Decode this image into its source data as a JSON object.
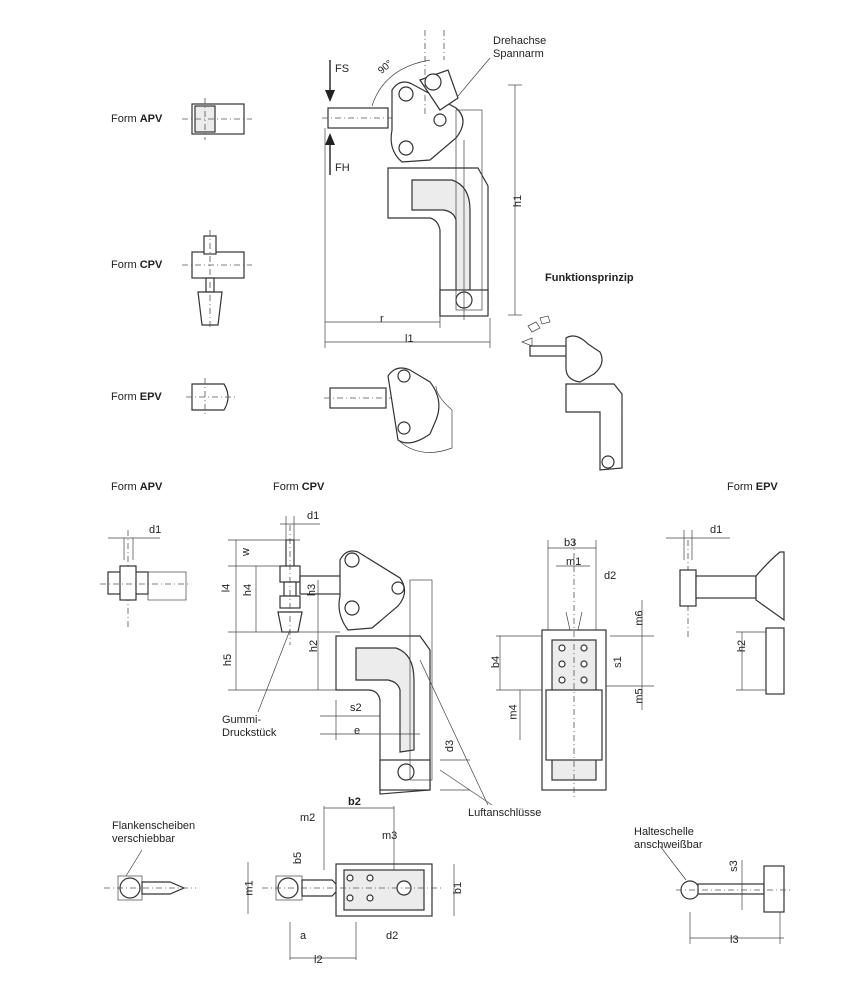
{
  "labels": {
    "form_word": "Form",
    "apv": "APV",
    "cpv": "CPV",
    "epv": "EPV",
    "drehachse_line1": "Drehachse",
    "drehachse_line2": "Spannarm",
    "funktionsprinzip": "Funktionsprinzip",
    "gummi_line1": "Gummi-",
    "gummi_line2": "Druckstück",
    "luftanschluesse": "Luftanschlüsse",
    "flanken_line1": "Flankenscheiben",
    "flanken_line2": "verschiebbar",
    "halteschelle_line1": "Halteschelle",
    "halteschelle_line2": "anschweißbar",
    "angle": "90°"
  },
  "dims": {
    "Fs": "FS",
    "Fh": "FH",
    "h1": "h1",
    "r": "r",
    "l1": "l1",
    "d1": "d1",
    "w": "w",
    "l4": "l4",
    "h4": "h4",
    "h3": "h3",
    "h2": "h2",
    "h5": "h5",
    "s2": "s2",
    "e": "e",
    "d3": "d3",
    "b3": "b3",
    "m1": "m1",
    "d2": "d2",
    "m6": "m6",
    "b4": "b4",
    "s1": "s1",
    "m4": "m4",
    "m5": "m5",
    "b2": "b2",
    "m2": "m2",
    "m3": "m3",
    "b5": "b5",
    "b1": "b1",
    "a": "a",
    "l2": "l2",
    "s3": "s3",
    "l3": "l3"
  }
}
